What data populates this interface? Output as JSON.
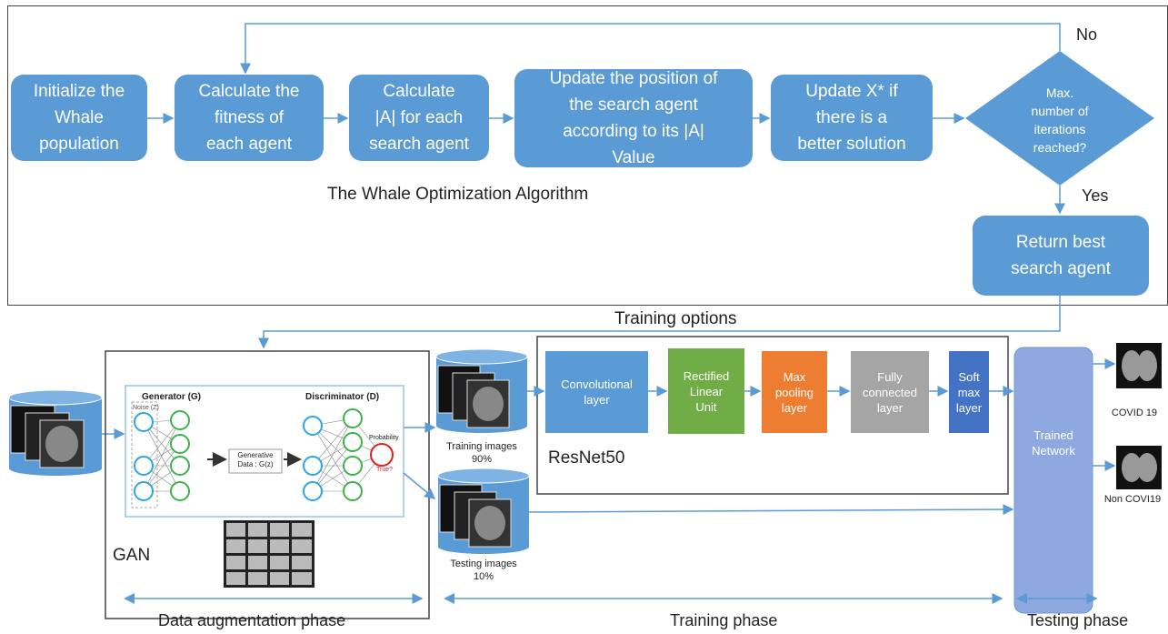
{
  "woa": {
    "steps": [
      "Initialize the\nWhale\npopulation",
      "Calculate the\nfitness of\neach agent",
      "Calculate\n|A| for each\nsearch agent",
      "Update the position of\nthe search agent\naccording to its |A|\nValue",
      "Update X* if\nthere is a\nbetter solution"
    ],
    "decision": "Max.\nnumber of\niterations\nreached?",
    "no_label": "No",
    "yes_label": "Yes",
    "return_box": "Return best\nsearch agent",
    "title": "The Whale Optimization Algorithm"
  },
  "training_options": "Training options",
  "gan": {
    "label": "GAN",
    "generator": "Generator (G)",
    "discriminator": "Discriminator (D)",
    "noise": "Noise (Z)",
    "generative": "Generative\nData : G(z)",
    "probability": "Probability",
    "true_q": "True?"
  },
  "training_images": "Training images\n90%",
  "testing_images": "Testing images\n10%",
  "resnet": {
    "label": "ResNet50",
    "layers": [
      {
        "text": "Convolutional\nlayer",
        "color": "#5b9bd5"
      },
      {
        "text": "Rectified\nLinear\nUnit",
        "color": "#70ad47"
      },
      {
        "text": "Max\npooling\nlayer",
        "color": "#ed7d31"
      },
      {
        "text": "Fully\nconnected\nlayer",
        "color": "#a5a5a5"
      },
      {
        "text": "Soft\nmax\nlayer",
        "color": "#4472c4"
      }
    ]
  },
  "trained_network": "Trained\nNetwork",
  "outputs": [
    "COVID 19",
    "Non COVI19"
  ],
  "phases": [
    "Data augmentation phase",
    "Training phase",
    "Testing phase"
  ]
}
